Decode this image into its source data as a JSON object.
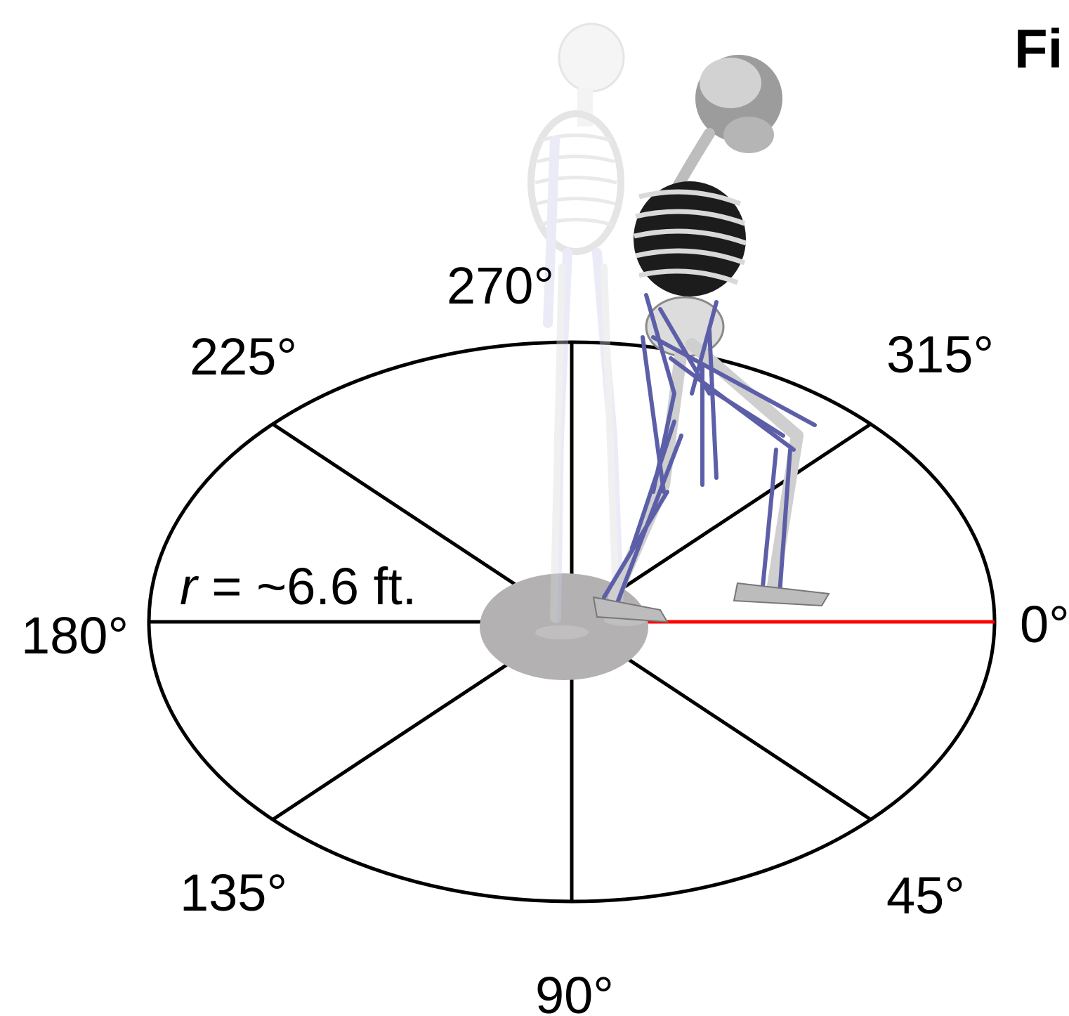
{
  "figure": {
    "title_fragment": "Fi",
    "radius_label": {
      "symbol": "r",
      "rest": " = ~6.6 ft."
    },
    "angles": [
      {
        "label": "0°",
        "deg": 0
      },
      {
        "label": "45°",
        "deg": 45
      },
      {
        "label": "90°",
        "deg": 90
      },
      {
        "label": "135°",
        "deg": 135
      },
      {
        "label": "180°",
        "deg": 180
      },
      {
        "label": "225°",
        "deg": 225
      },
      {
        "label": "270°",
        "deg": 270
      },
      {
        "label": "315°",
        "deg": 315
      }
    ],
    "colors": {
      "outline": "#000000",
      "highlight_spoke": "#ff0000",
      "center_disk": "#b3b1b1",
      "muscle": "#5c5fa8",
      "bone": "#d9d9d9"
    }
  }
}
